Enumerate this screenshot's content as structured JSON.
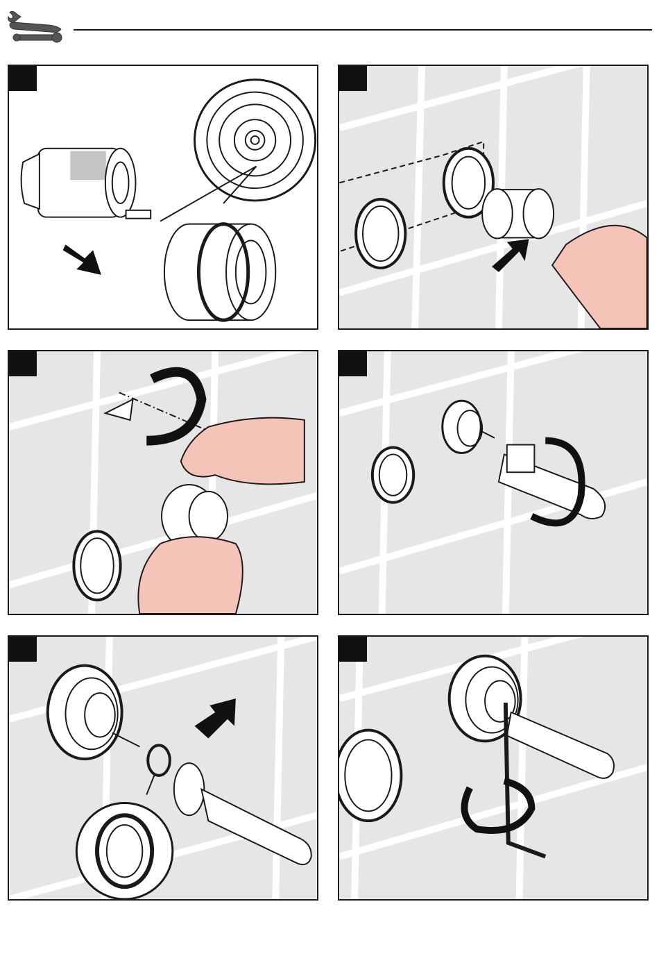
{
  "colors": {
    "tile_background": "#e6e6e6",
    "grout": "#ffffff",
    "line": "#1a1a1a",
    "skin": "#f6c3b8",
    "badge": "#111111"
  },
  "header": {
    "icon": "wrench-screwdriver-icon"
  },
  "steps": [
    {
      "number": "",
      "scene": "cartridge-exploded"
    },
    {
      "number": "",
      "scene": "insert-cartridge"
    },
    {
      "number": "",
      "scene": "hand-tighten"
    },
    {
      "number": "",
      "scene": "wrench-tighten"
    },
    {
      "number": "",
      "scene": "attach-handle"
    },
    {
      "number": "",
      "scene": "hex-key-fasten"
    }
  ]
}
